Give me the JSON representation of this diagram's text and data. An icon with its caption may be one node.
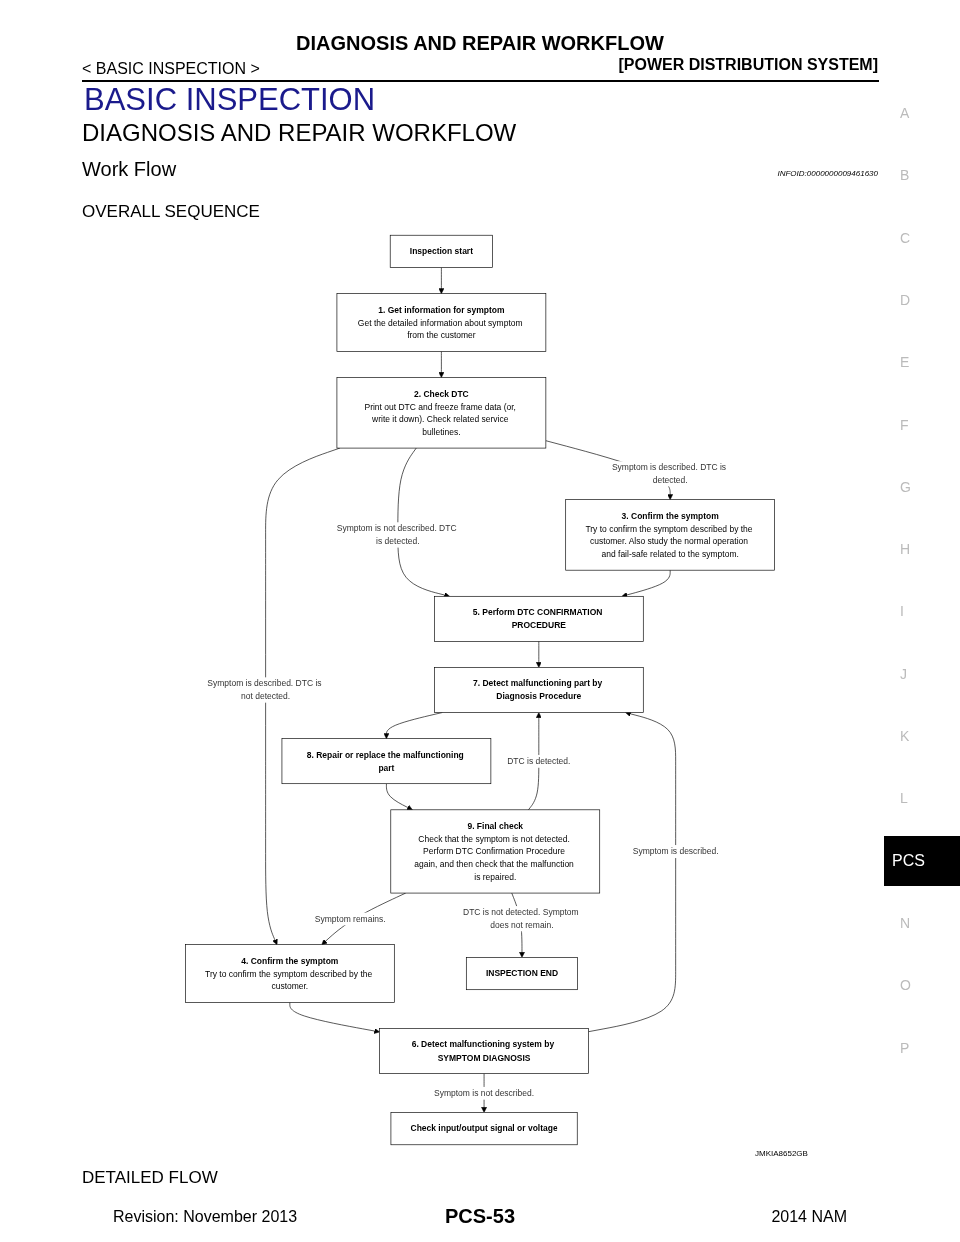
{
  "diagram": {
    "title": "DIAGNOSIS AND REPAIR WORKFLOW",
    "nodes": [
      {
        "text": [
          "Inspection start"
        ]
      },
      {
        "text": [
          "1. Get information for symptom",
          "Get the detailed information about symptom from the customer"
        ]
      },
      {
        "text": [
          "2. Check DTC",
          "Print out DTC and freeze frame data (or, write it down). Check related service bulletines."
        ]
      },
      {
        "text": [
          "3. Confirm the symptom",
          "Try to confirm the symptom described by the customer. Also study the normal operation and fail-safe related to the symptom."
        ]
      },
      {
        "text": [
          "4. Confirm the symptom",
          "Try to confirm the symptom described by the customer."
        ]
      },
      {
        "text": [
          "5. Perform DTC CONFIRMATION PROCEDURE"
        ]
      },
      {
        "text": [
          "6. Detect malfunctioning system by SYMPTOM DIAGNOSIS"
        ]
      },
      {
        "text": [
          "7. Detect malfunctioning part by Diagnosis Procedure"
        ]
      },
      {
        "text": [
          "8. Repair or replace the malfunctioning part"
        ]
      },
      {
        "text": [
          "Check input/output signal or voltage"
        ]
      },
      {
        "text": [
          "9. Final check",
          "Check that the symptom is not detected. Perform DTC Confirmation Procedure again, and then check that the malfunction is repaired."
        ]
      },
      {
        "text": [
          "INSPECTION END"
        ]
      }
    ],
    "edges": [
      {
        "from": 0,
        "to": 1,
        "arrow": "to"
      },
      {
        "from": 1,
        "to": 2,
        "arrow": "to"
      },
      {
        "from": 2,
        "to": 3,
        "arrow": "to",
        "label": "Symptom is described. DTC is detected."
      },
      {
        "from": 2,
        "to": 5,
        "arrow": "to",
        "label": "Symptom is not described. DTC is detected."
      },
      {
        "from": 2,
        "to": 4,
        "arrow": "to",
        "label": "Symptom is described. DTC is not detected."
      },
      {
        "from": 3,
        "to": 5,
        "arrow": "to"
      },
      {
        "from": 4,
        "to": 6,
        "arrow": "to"
      },
      {
        "from": 5,
        "to": 7,
        "arrow": "to"
      },
      {
        "from": 6,
        "to": 7,
        "arrow": "to",
        "label": "Symptom is described."
      },
      {
        "from": 6,
        "to": 9,
        "arrow": "to",
        "label": "Symptom is not described."
      },
      {
        "from": 7,
        "to": 8,
        "arrow": "to"
      },
      {
        "from": 8,
        "to": 10,
        "arrow": "to"
      },
      {
        "from": 10,
        "to": 7,
        "arrow": "to",
        "label": "DTC is detected."
      },
      {
        "from": 10,
        "to": 4,
        "arrow": "to",
        "label": "Symptom remains."
      },
      {
        "from": 10,
        "to": 11,
        "arrow": "to",
        "label": "DTC is not detected. Symptom does not remain."
      }
    ],
    "labels": [
      "< BASIC INSPECTION >",
      "[POWER DISTRIBUTION SYSTEM]",
      "BASIC INSPECTION",
      "DIAGNOSIS AND REPAIR WORKFLOW",
      "Work Flow",
      "INFOID:0000000009461630",
      "OVERALL SEQUENCE",
      "A",
      "B",
      "C",
      "D",
      "E",
      "F",
      "G",
      "H",
      "I",
      "J",
      "K",
      "L",
      "PCS",
      "N",
      "O",
      "P",
      "JMKIA8652GB",
      "DETAILED FLOW",
      "Revision: November 2013",
      "PCS-53",
      "2014 NAM"
    ]
  }
}
